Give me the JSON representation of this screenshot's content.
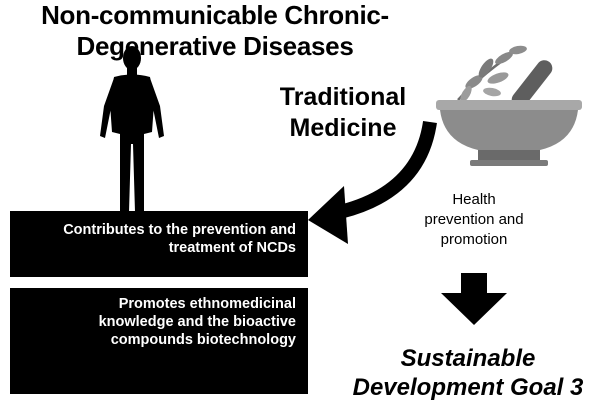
{
  "title": {
    "line1": "Non-communicable Chronic-",
    "line2": "Degenerative Diseases"
  },
  "traditional_medicine": {
    "line1": "Traditional",
    "line2": "Medicine"
  },
  "boxes": [
    {
      "lines": [
        "Contributes to the prevention and",
        "treatment of NCDs"
      ]
    },
    {
      "lines": [
        "Promotes ethnomedicinal",
        "knowledge and the bioactive",
        "compounds biotechnology"
      ]
    }
  ],
  "health": {
    "lines": [
      "Health",
      "prevention and",
      "promotion"
    ]
  },
  "goal": {
    "line1": "Sustainable",
    "line2": "Development Goal 3"
  },
  "icons": {
    "human": "human-silhouette-icon",
    "mortar": "mortar-pestle-herbs-icon",
    "curved_arrow": "curved-arrow-icon",
    "down_arrow": "down-arrow-icon"
  },
  "colors": {
    "box_bg": "#000000",
    "box_text": "#ffffff",
    "mortar_gray": "#8c8c8c"
  }
}
